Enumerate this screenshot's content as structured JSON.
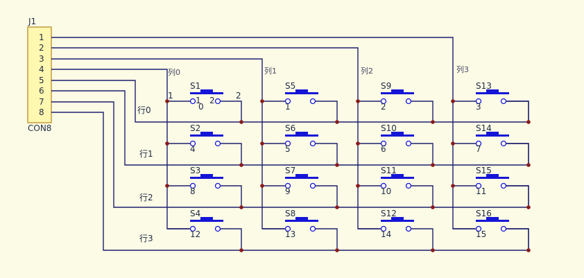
{
  "connector": {
    "ref": "J1",
    "value": "CON8",
    "pins": [
      "1",
      "2",
      "3",
      "4",
      "5",
      "6",
      "7",
      "8"
    ],
    "colors": {
      "body": "#fff8b0",
      "border": "#c49a3a"
    }
  },
  "columns": [
    {
      "label": "列0",
      "pin": "4"
    },
    {
      "label": "列1",
      "pin": "3"
    },
    {
      "label": "列2",
      "pin": "2"
    },
    {
      "label": "列3",
      "pin": "1"
    }
  ],
  "rows": [
    {
      "label": "行0",
      "pin": "5"
    },
    {
      "label": "行1",
      "pin": "6"
    },
    {
      "label": "行2",
      "pin": "7"
    },
    {
      "label": "行3",
      "pin": "8"
    }
  ],
  "switches": [
    {
      "ref": "S1",
      "index": "0",
      "row": 0,
      "col": 0
    },
    {
      "ref": "S5",
      "index": "1",
      "row": 0,
      "col": 1
    },
    {
      "ref": "S9",
      "index": "2",
      "row": 0,
      "col": 2
    },
    {
      "ref": "S13",
      "index": "3",
      "row": 0,
      "col": 3
    },
    {
      "ref": "S2",
      "index": "4",
      "row": 1,
      "col": 0
    },
    {
      "ref": "S6",
      "index": "5",
      "row": 1,
      "col": 1
    },
    {
      "ref": "S10",
      "index": "6",
      "row": 1,
      "col": 2
    },
    {
      "ref": "S14",
      "index": "7",
      "row": 1,
      "col": 3
    },
    {
      "ref": "S3",
      "index": "8",
      "row": 2,
      "col": 0
    },
    {
      "ref": "S7",
      "index": "9",
      "row": 2,
      "col": 1
    },
    {
      "ref": "S11",
      "index": "10",
      "row": 2,
      "col": 2
    },
    {
      "ref": "S15",
      "index": "11",
      "row": 2,
      "col": 3
    },
    {
      "ref": "S4",
      "index": "12",
      "row": 3,
      "col": 0
    },
    {
      "ref": "S8",
      "index": "13",
      "row": 3,
      "col": 1
    },
    {
      "ref": "S12",
      "index": "14",
      "row": 3,
      "col": 2
    },
    {
      "ref": "S16",
      "index": "15",
      "row": 3,
      "col": 3
    }
  ],
  "s1_pin_labels": {
    "left": "1",
    "right": "2",
    "inner_left": "1",
    "inner_right": "2"
  },
  "colors": {
    "background": "#fbfbe6",
    "wire": "#1d1f6e",
    "switch": "#1515d8",
    "junction": "#8b1a1a"
  }
}
